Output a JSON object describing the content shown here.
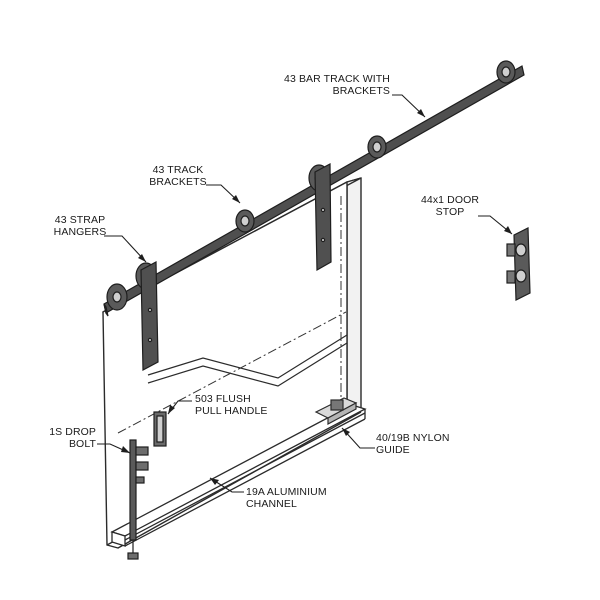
{
  "labels": {
    "bar_track": {
      "line1": "43 BAR TRACK WITH",
      "line2": "BRACKETS"
    },
    "track_brackets": {
      "line1": "43 TRACK",
      "line2": "BRACKETS"
    },
    "strap_hangers": {
      "line1": "43 STRAP",
      "line2": "HANGERS"
    },
    "door_stop": {
      "line1": "44x1 DOOR",
      "line2": "STOP"
    },
    "flush_handle": {
      "line1": "503 FLUSH",
      "line2": "PULL HANDLE"
    },
    "drop_bolt": {
      "line1": "1S DROP",
      "line2": "BOLT"
    },
    "nylon_guide": {
      "line1": "40/19B NYLON",
      "line2": "GUIDE"
    },
    "alu_channel": {
      "line1": "19A ALUMINIUM",
      "line2": "CHANNEL"
    }
  },
  "colors": {
    "outline": "#2b2b2b",
    "track": "#4a4a4a",
    "hardware": "#555555",
    "door_face": "#ffffff",
    "door_edge": "#f2f2f2"
  }
}
